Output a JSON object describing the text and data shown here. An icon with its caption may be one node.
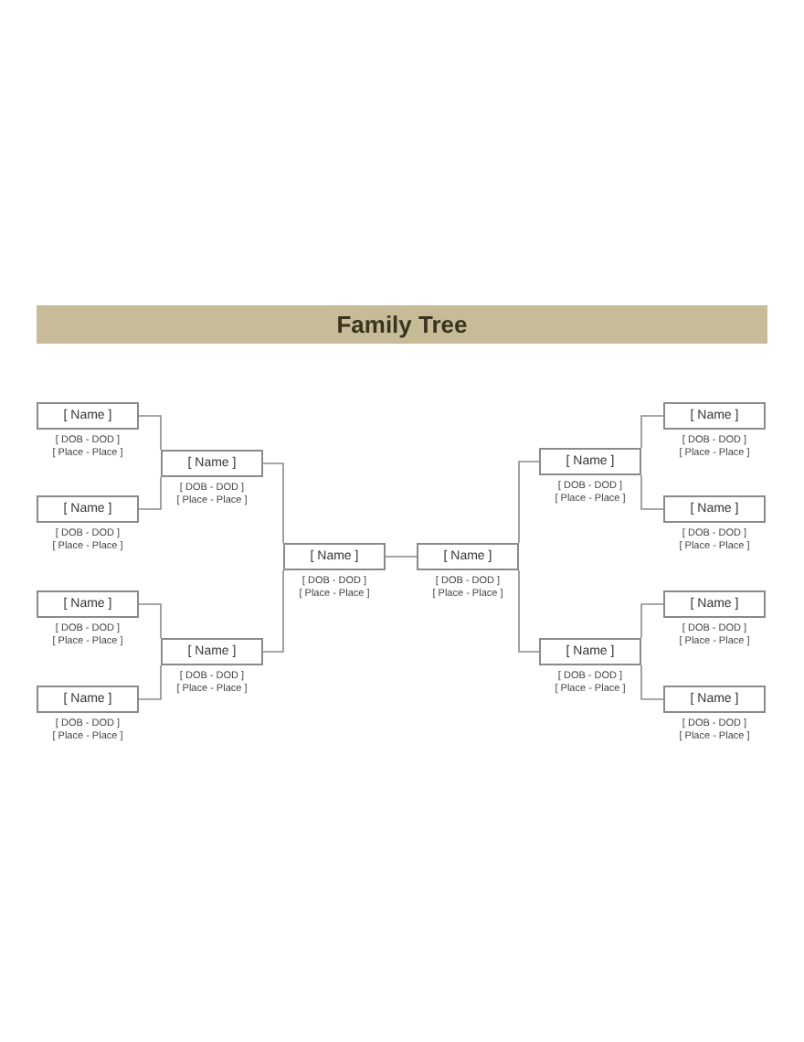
{
  "diagram": {
    "title": "Family Tree",
    "nodes": [
      {
        "text": [
          "[ Name ]"
        ],
        "beside": [
          "[ DOB - DOD ]",
          "[ Place - Place ]"
        ]
      },
      {
        "text": [
          "[ Name ]"
        ],
        "beside": [
          "[ DOB - DOD ]",
          "[ Place - Place ]"
        ]
      },
      {
        "text": [
          "[ Name ]"
        ],
        "beside": [
          "[ DOB - DOD ]",
          "[ Place - Place ]"
        ]
      },
      {
        "text": [
          "[ Name ]"
        ],
        "beside": [
          "[ DOB - DOD ]",
          "[ Place - Place ]"
        ]
      },
      {
        "text": [
          "[ Name ]"
        ],
        "beside": [
          "[ DOB - DOD ]",
          "[ Place - Place ]"
        ]
      },
      {
        "text": [
          "[ Name ]"
        ],
        "beside": [
          "[ DOB - DOD ]",
          "[ Place - Place ]"
        ]
      },
      {
        "text": [
          "[ Name ]"
        ],
        "beside": [
          "[ DOB - DOD ]",
          "[ Place - Place ]"
        ]
      },
      {
        "text": [
          "[ Name ]"
        ],
        "beside": [
          "[ DOB - DOD ]",
          "[ Place - Place ]"
        ]
      },
      {
        "text": [
          "[ Name ]"
        ],
        "beside": [
          "[ DOB - DOD ]",
          "[ Place - Place ]"
        ]
      },
      {
        "text": [
          "[ Name ]"
        ],
        "beside": [
          "[ DOB - DOD ]",
          "[ Place - Place ]"
        ]
      },
      {
        "text": [
          "[ Name ]"
        ],
        "beside": [
          "[ DOB - DOD ]",
          "[ Place - Place ]"
        ]
      },
      {
        "text": [
          "[ Name ]"
        ],
        "beside": [
          "[ DOB - DOD ]",
          "[ Place - Place ]"
        ]
      },
      {
        "text": [
          "[ Name ]"
        ],
        "beside": [
          "[ DOB - DOD ]",
          "[ Place - Place ]"
        ]
      },
      {
        "text": [
          "[ Name ]"
        ],
        "beside": [
          "[ DOB - DOD ]",
          "[ Place - Place ]"
        ]
      }
    ],
    "edges": [
      {
        "from": 0,
        "to": 4,
        "arrow": "none"
      },
      {
        "from": 1,
        "to": 4,
        "arrow": "none"
      },
      {
        "from": 2,
        "to": 5,
        "arrow": "none"
      },
      {
        "from": 3,
        "to": 5,
        "arrow": "none"
      },
      {
        "from": 4,
        "to": 6,
        "arrow": "none"
      },
      {
        "from": 5,
        "to": 6,
        "arrow": "none"
      },
      {
        "from": 6,
        "to": 7,
        "arrow": "none"
      },
      {
        "from": 7,
        "to": 8,
        "arrow": "none"
      },
      {
        "from": 7,
        "to": 9,
        "arrow": "none"
      },
      {
        "from": 8,
        "to": 10,
        "arrow": "none"
      },
      {
        "from": 8,
        "to": 11,
        "arrow": "none"
      },
      {
        "from": 9,
        "to": 12,
        "arrow": "none"
      },
      {
        "from": 9,
        "to": 13,
        "arrow": "none"
      }
    ]
  }
}
